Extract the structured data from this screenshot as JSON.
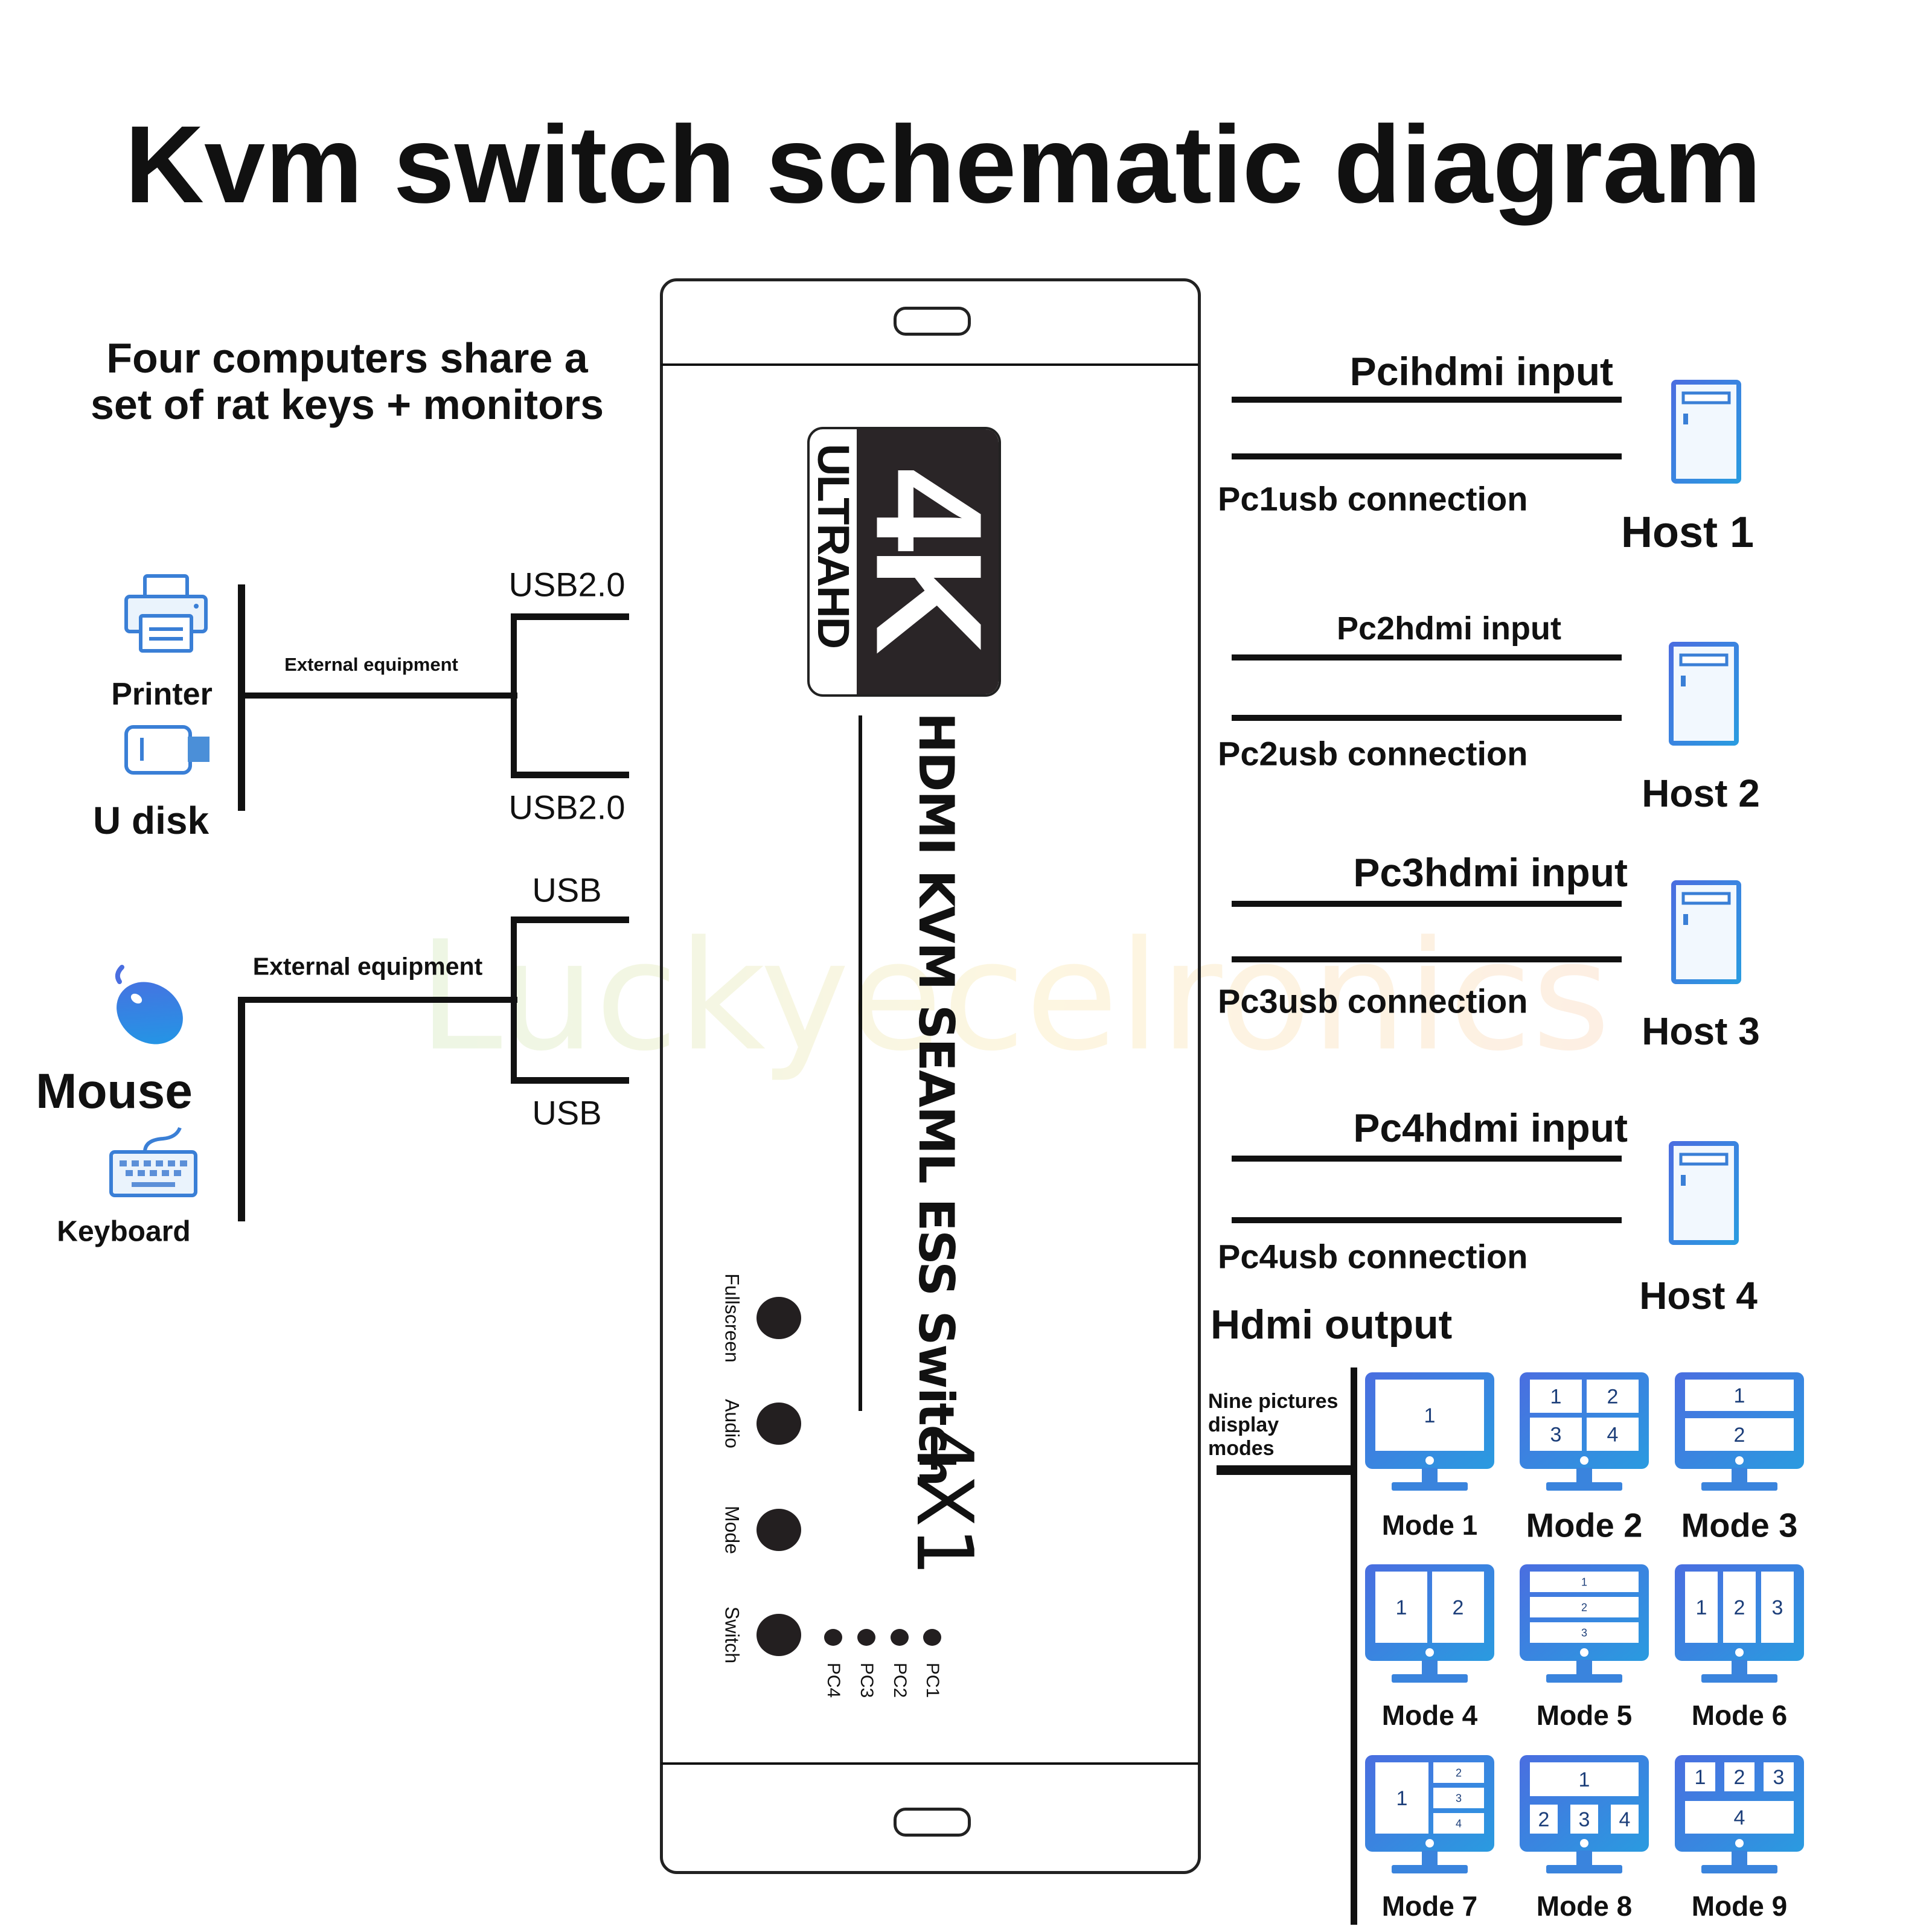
{
  "title": "Kvm switch schematic diagram",
  "subtitle": {
    "line1": "Four computers share a",
    "line2": "set of rat keys + monitors"
  },
  "watermark": "Luckyecelronics",
  "left": {
    "group1": {
      "devices": [
        "Printer",
        "U disk"
      ],
      "link_label": "External equipment",
      "ports": [
        "USB2.0",
        "USB2.0"
      ]
    },
    "group2": {
      "devices": [
        "Mouse",
        "Keyboard"
      ],
      "link_label": "External equipment",
      "ports": [
        "USB",
        "USB"
      ]
    }
  },
  "device": {
    "logo": {
      "big": "4K",
      "small": "ULTRAHD"
    },
    "model_text": "HDMI KVM SEAML ESS Switch",
    "model_suffix": "4X1",
    "buttons": [
      "Fullscreen",
      "Audio",
      "Mode",
      "Switch"
    ],
    "leds": [
      "PC4",
      "PC3",
      "PC2",
      "PC1"
    ]
  },
  "hosts": [
    {
      "hdmi": "Pcihdmi input",
      "usb": "Pc1usb connection",
      "name": "Host 1"
    },
    {
      "hdmi": "Pc2hdmi input",
      "usb": "Pc2usb connection",
      "name": "Host 2"
    },
    {
      "hdmi": "Pc3hdmi input",
      "usb": "Pc3usb connection",
      "name": "Host 3"
    },
    {
      "hdmi": "Pc4hdmi input",
      "usb": "Pc4usb connection",
      "name": "Host 4"
    }
  ],
  "output": {
    "title": "Hdmi output",
    "modes_caption": "Nine pictures display modes",
    "modes": [
      {
        "label": "Mode 1",
        "panels": [
          "1"
        ]
      },
      {
        "label": "Mode 2",
        "panels": [
          "1",
          "2",
          "3",
          "4"
        ]
      },
      {
        "label": "Mode 3",
        "panels": [
          "1",
          "2"
        ]
      },
      {
        "label": "Mode 4",
        "panels": [
          "1",
          "2"
        ]
      },
      {
        "label": "Mode 5",
        "panels": [
          "1",
          "2",
          "3"
        ]
      },
      {
        "label": "Mode 6",
        "panels": [
          "1",
          "2",
          "3"
        ]
      },
      {
        "label": "Mode 7",
        "panels": [
          "1",
          "2",
          "3",
          "4"
        ]
      },
      {
        "label": "Mode 8",
        "panels": [
          "1",
          "2",
          "3",
          "4"
        ]
      },
      {
        "label": "Mode 9",
        "panels": [
          "1",
          "2",
          "3",
          "4"
        ]
      }
    ]
  },
  "colors": {
    "icon_blue": "#3a7fd6",
    "monitor_blue_start": "#4a6ee0",
    "monitor_blue_end": "#2a9be0",
    "ink": "#111111",
    "logo_dark": "#2a2527"
  }
}
